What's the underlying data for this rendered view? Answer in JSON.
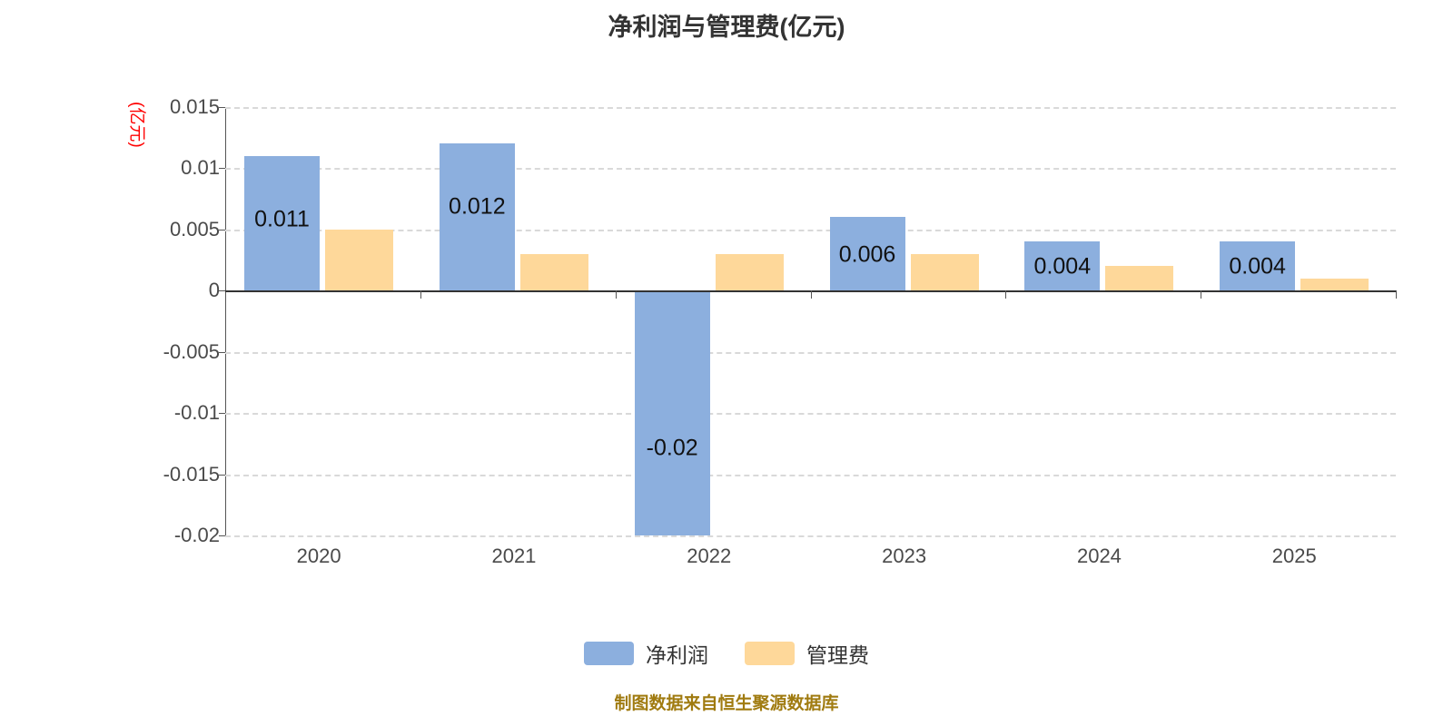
{
  "chart_data": {
    "type": "bar",
    "title": "净利润与管理费(亿元)",
    "xlabel": "",
    "ylabel": "(亿元)",
    "ylim": [
      -0.02,
      0.015
    ],
    "grid": true,
    "legend_position": "bottom",
    "categories": [
      "2020",
      "2021",
      "2022",
      "2023",
      "2024",
      "2025"
    ],
    "ytick_labels": [
      "0.015",
      "0.01",
      "0.005",
      "0",
      "-0.005",
      "-0.01",
      "-0.015",
      "-0.02"
    ],
    "ytick_values": [
      0.015,
      0.01,
      0.005,
      0,
      -0.005,
      -0.01,
      -0.015,
      -0.02
    ],
    "series": [
      {
        "name": "净利润",
        "color": "#8cafde",
        "values": [
          0.011,
          0.012,
          -0.02,
          0.006,
          0.004,
          0.004
        ],
        "labels": [
          "0.011",
          "0.012",
          "-0.02",
          "0.006",
          "0.004",
          "0.004"
        ]
      },
      {
        "name": "管理费",
        "color": "#fed89a",
        "values": [
          0.005,
          0.003,
          0.003,
          0.003,
          0.002,
          0.001
        ],
        "labels": [
          "",
          "",
          "",
          "",
          "",
          ""
        ]
      }
    ],
    "annotation": "制图数据来自恒生聚源数据库",
    "annotation_color": "#a07b10"
  }
}
